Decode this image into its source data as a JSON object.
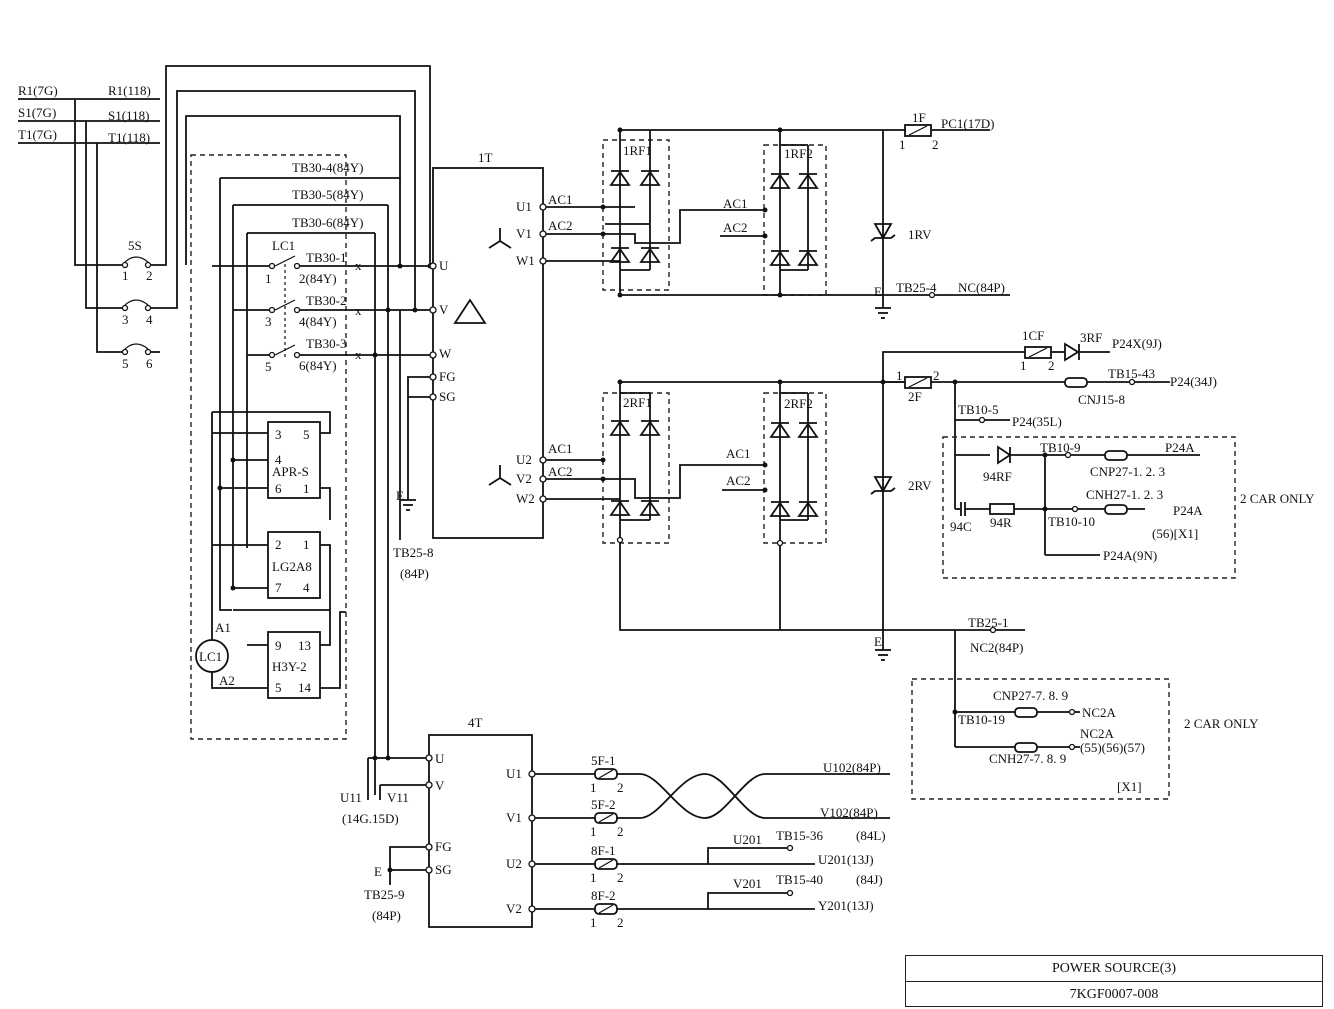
{
  "title_block": {
    "title": "POWER SOURCE(3)",
    "drawing_no": "7KGF0007-008"
  },
  "inputs": [
    "R1(7G)",
    "S1(7G)",
    "T1(7G)"
  ],
  "outputs_top": [
    "R1(118)",
    "S1(118)",
    "T1(118)"
  ],
  "breaker_5s": {
    "name": "5S",
    "pins": [
      "1",
      "2",
      "3",
      "4",
      "5",
      "6"
    ]
  },
  "terminals_tb30": [
    "TB30-4(84Y)",
    "TB30-5(84Y)",
    "TB30-6(84Y)",
    "TB30-1",
    "2(84Y)",
    "TB30-2",
    "4(84Y)",
    "TB30-3",
    "6(84Y)"
  ],
  "contactor": {
    "name": "LC1",
    "pins": [
      "1",
      "3",
      "5"
    ],
    "coil": "LC1",
    "a1": "A1",
    "a2": "A2"
  },
  "relays": [
    {
      "name": "APR-S",
      "pins": [
        "3",
        "5",
        "4",
        "6",
        "1"
      ]
    },
    {
      "name": "LG2A8",
      "pins": [
        "2",
        "1",
        "7",
        "4"
      ]
    },
    {
      "name": "H3Y-2",
      "pins": [
        "9",
        "13",
        "5",
        "14"
      ]
    }
  ],
  "transformer_1t": {
    "name": "1T",
    "primary": [
      "U",
      "V",
      "W",
      "FG",
      "SG"
    ],
    "secondary": [
      "U1",
      "V1",
      "W1",
      "U2",
      "V2",
      "W2"
    ],
    "earth": "E",
    "tb_earth": "TB25-8",
    "tb_earth_sub": "(84P)"
  },
  "rectifiers": {
    "upper": {
      "left": "1RF1",
      "right": "1RF2",
      "ac1": "AC1",
      "ac2": "AC2"
    },
    "lower": {
      "left": "2RF1",
      "right": "2RF2",
      "ac1": "AC1",
      "ac2": "AC2"
    }
  },
  "upper_out": {
    "fuse": "1F",
    "pin1": "1",
    "pin2": "2",
    "out": "PC1(17D)",
    "rv": "1RV",
    "earth": "E",
    "tb": "TB25-4",
    "nc": "NC(84P)"
  },
  "lower_out": {
    "cf": "1CF",
    "cf_pins": [
      "1",
      "2"
    ],
    "rf3": "3RF",
    "p24x": "P24X(9J)",
    "fuse": "2F",
    "fuse_pins": [
      "1",
      "2"
    ],
    "cnj": "CNJ15-8",
    "tb15": "TB15-43",
    "p24_34": "P24(34J)",
    "tb10_5": "TB10-5",
    "p24_35": "P24(35L)",
    "rv": "2RV",
    "tb10_9": "TB10-9",
    "p24a": "P24A",
    "rf94": "94RF",
    "cnp27": "CNP27-1. 2. 3",
    "cnh27": "CNH27-1. 2. 3",
    "c94": "94C",
    "r94": "94R",
    "tb10_10": "TB10-10",
    "p24a2": "P24A",
    "x1": "(56)[X1]",
    "p24a_9n": "P24A(9N)",
    "two_car": "2 CAR ONLY",
    "earth": "E",
    "tb25_1": "TB25-1",
    "nc2": "NC2(84P)"
  },
  "nc2_box": {
    "cnp": "CNP27-7. 8. 9",
    "nc2a": "NC2A",
    "tb": "TB10-19",
    "nc2a_2": "NC2A",
    "refs": "(55)(56)(57)",
    "cnh": "CNH27-7. 8. 9",
    "x1": "[X1]",
    "two_car": "2 CAR ONLY"
  },
  "transformer_4t": {
    "name": "4T",
    "primary": [
      "U",
      "V",
      "FG",
      "SG"
    ],
    "secondary": [
      "U1",
      "V1",
      "U2",
      "V2"
    ],
    "u11": "U11",
    "v11": "V11",
    "ref": "(14G.15D)",
    "earth": "E",
    "tb": "TB25-9",
    "tb_sub": "(84P)"
  },
  "fuses_4t": [
    {
      "name": "5F-1",
      "pins": [
        "1",
        "2"
      ]
    },
    {
      "name": "5F-2",
      "pins": [
        "1",
        "2"
      ]
    },
    {
      "name": "8F-1",
      "pins": [
        "1",
        "2"
      ]
    },
    {
      "name": "8F-2",
      "pins": [
        "1",
        "2"
      ]
    }
  ],
  "out_4t": {
    "u102": "U102(84P)",
    "v102": "V102(84P)",
    "u201": "U201",
    "tb15_36": "TB15-36",
    "l84": "(84L)",
    "u201_13": "U201(13J)",
    "v201": "V201",
    "tb15_40": "TB15-40",
    "j84": "(84J)",
    "y201": "Y201(13J)"
  }
}
